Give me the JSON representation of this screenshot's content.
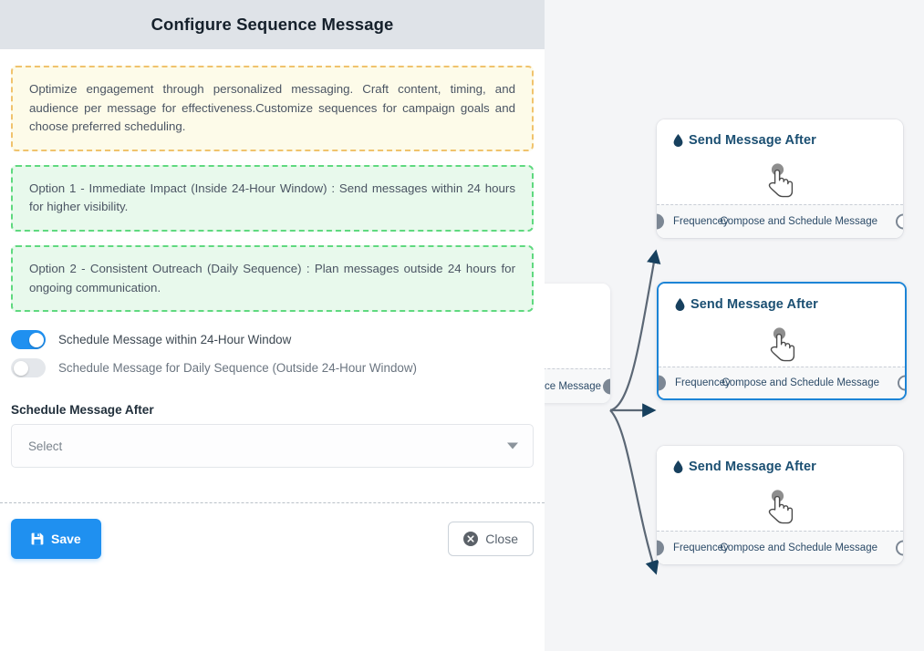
{
  "panel": {
    "title": "Configure Sequence Message",
    "callouts": [
      {
        "id": "info",
        "text": "Optimize engagement through personalized messaging. Craft content, timing, and audience per message for effectiveness.Customize sequences for campaign goals and choose preferred scheduling."
      },
      {
        "id": "option-1",
        "text": "Option 1 - Immediate Impact (Inside 24-Hour Window) : Send messages within 24 hours for higher visibility."
      },
      {
        "id": "option-2",
        "text": "Option 2 - Consistent Outreach (Daily Sequence) : Plan messages outside 24 hours for ongoing communication."
      }
    ],
    "toggles": [
      {
        "label": "Schedule Message within 24-Hour Window",
        "state": "on"
      },
      {
        "label": "Schedule Message for Daily Sequence (Outside 24-Hour Window)",
        "state": "off"
      }
    ],
    "schedule_field": {
      "label": "Schedule Message After",
      "value": "Select",
      "caret_icon": "chevron-down-icon"
    },
    "footer": {
      "save_label": "Save",
      "save_icon": "save-floppy-icon",
      "close_label": "Close",
      "close_icon": "close-circle-icon"
    }
  },
  "canvas": {
    "nodes": [
      {
        "title": "Send Message After",
        "icon": "droplet-icon",
        "center_icon": "pointing-hand-cursor-icon",
        "in_port_label": "Frequencey",
        "out_port_label": "Compose and Schedule Message",
        "selected": false
      },
      {
        "title": "Send Message After",
        "icon": "droplet-icon",
        "center_icon": "pointing-hand-cursor-icon",
        "in_port_label": "Frequencey",
        "out_port_label": "Compose and Schedule Message",
        "selected": true
      },
      {
        "title": "Send Message After",
        "icon": "droplet-icon",
        "center_icon": "pointing-hand-cursor-icon",
        "in_port_label": "Frequencey",
        "out_port_label": "Compose and Schedule Message",
        "selected": false
      }
    ],
    "partial_node": {
      "out_port_label": "ce Message"
    }
  },
  "colors": {
    "accent_blue": "#1f90f0",
    "selected_border": "#1c84d6",
    "node_title": "#1b4f72",
    "info_bg": "#fdfbe9",
    "info_border": "#f0c36d",
    "success_bg": "#e8f9ec",
    "success_border": "#5fd97f",
    "header_bg": "#dfe3e8",
    "canvas_bg": "#f4f5f7",
    "edge_stroke": "#5b6775"
  }
}
